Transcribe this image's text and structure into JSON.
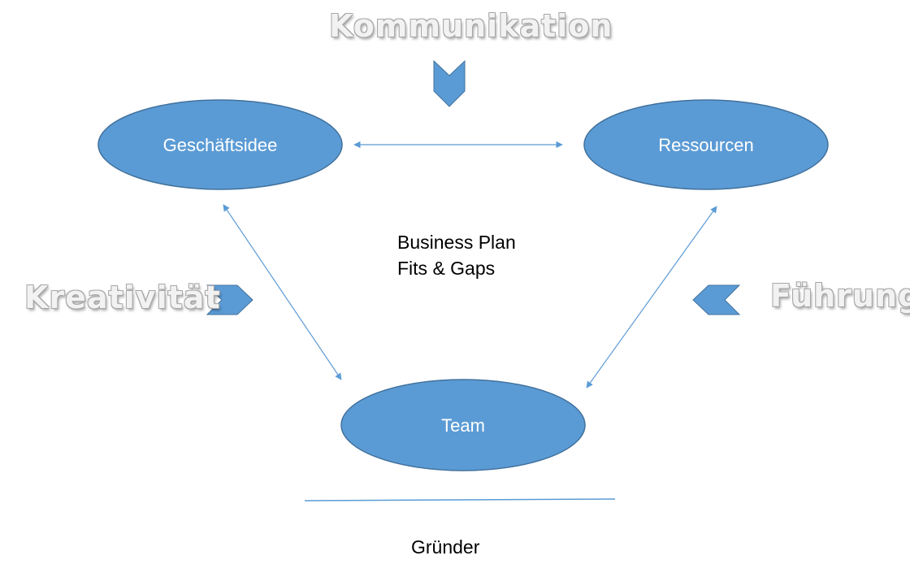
{
  "colors": {
    "node_fill": "#5b9bd5",
    "node_stroke": "#41719c",
    "arrow": "#5b9bd5",
    "label_text": "#ffffff"
  },
  "nodes": {
    "geschaeftsidee": "Geschäftsidee",
    "ressourcen": "Ressourcen",
    "team": "Team"
  },
  "center_text": {
    "line1": "Business Plan",
    "line2": "Fits & Gaps"
  },
  "forces": {
    "top": "Kommunikation",
    "left": "Kreativität",
    "right": "Führung"
  },
  "base_label": "Gründer"
}
